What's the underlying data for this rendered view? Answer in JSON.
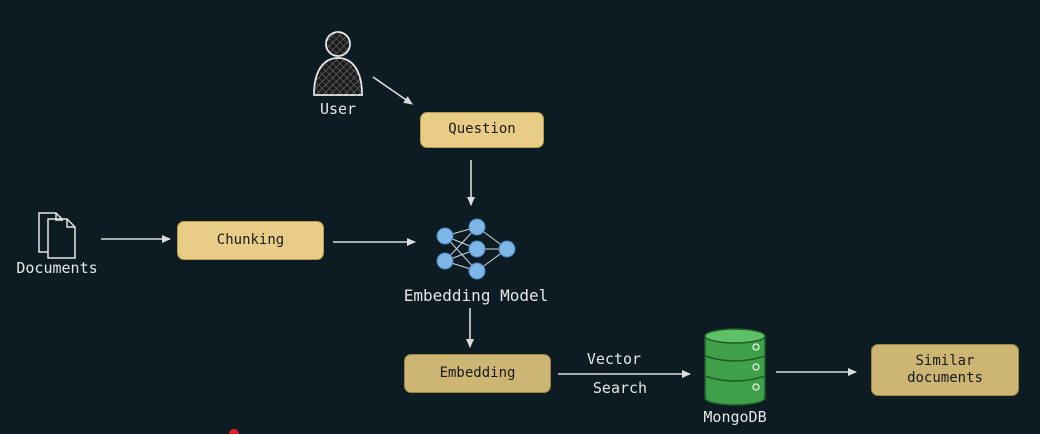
{
  "nodes": {
    "user": "User",
    "question": "Question",
    "documents": "Documents",
    "chunking": "Chunking",
    "embedding_model": "Embedding Model",
    "embedding": "Embedding",
    "vector_search_line1": "Vector",
    "vector_search_line2": "Search",
    "mongodb": "MongoDB",
    "similar_line1": "Similar",
    "similar_line2": "documents"
  },
  "colors": {
    "background": "#0d1b22",
    "box_fill": "#e9cd86",
    "network_node": "#7fb6e8",
    "db_green": "#3fa04a",
    "arrow": "#dcdcdc"
  },
  "icons": {
    "user": "user-icon",
    "documents": "documents-icon",
    "network": "neural-network-icon",
    "database": "database-icon"
  }
}
